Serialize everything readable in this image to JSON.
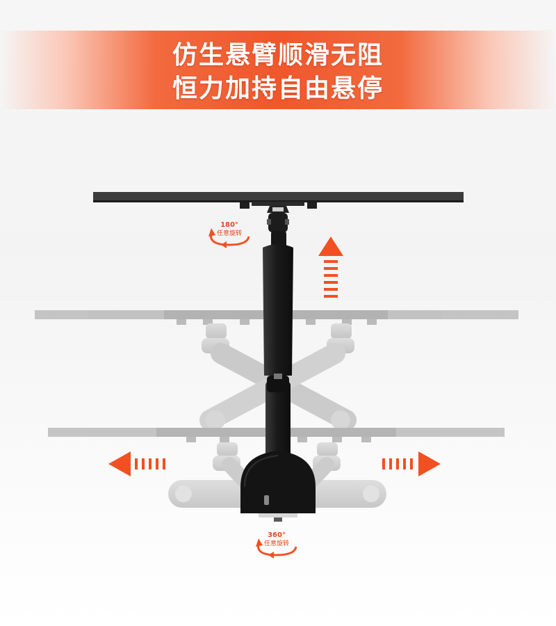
{
  "headline": {
    "line1": "仿生悬臂顺滑无阻",
    "line2": "恒力加持自由悬停"
  },
  "rotation_top": {
    "degrees": "180°",
    "label": "任意旋转"
  },
  "rotation_bottom": {
    "degrees": "360°",
    "label": "任意旋转"
  },
  "colors": {
    "accent": "#f0572b",
    "arrow": "#f25022",
    "mount": "#1c1c1c",
    "ghost": "#9a9a9a"
  }
}
